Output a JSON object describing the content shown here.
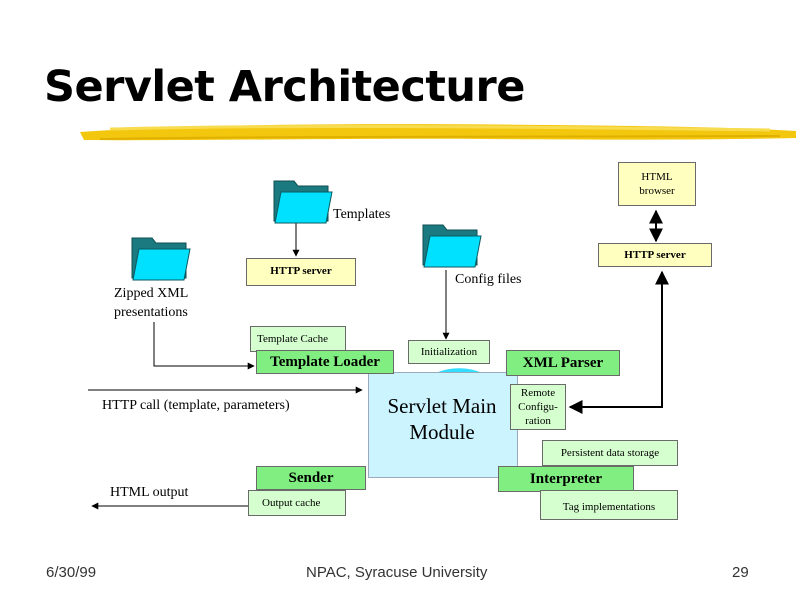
{
  "title": "Servlet Architecture",
  "nodes": {
    "html_browser": "HTML browser",
    "http_server_right": "HTTP server",
    "http_server_left": "HTTP server",
    "templates": "Templates",
    "zipped_xml": "Zipped XML presentations",
    "config_files": "Config files",
    "template_cache": "Template Cache",
    "template_loader": "Template Loader",
    "initialization": "Initialization",
    "xml_parser": "XML Parser",
    "http_call": "HTTP call (template, parameters)",
    "servlet_main": "Servlet Main Module",
    "remote_config": "Remote Configu- ration",
    "persistent_storage": "Persistent data storage",
    "html_output": "HTML output",
    "sender": "Sender",
    "interpreter": "Interpreter",
    "output_cache": "Output cache",
    "tag_implementations": "Tag implementations"
  },
  "footer": {
    "date": "6/30/99",
    "org": "NPAC, Syracuse University",
    "page": "29"
  },
  "colors": {
    "underline": "#f2c400",
    "box_yellow": "#ffffc0",
    "box_light_green": "#d6ffd0",
    "box_green": "#80ee80",
    "core_blue": "#ccf4ff",
    "folder_teal": "#1a7a80",
    "folder_cyan": "#00e0ff",
    "arrow_cyan": "#33ddff"
  }
}
